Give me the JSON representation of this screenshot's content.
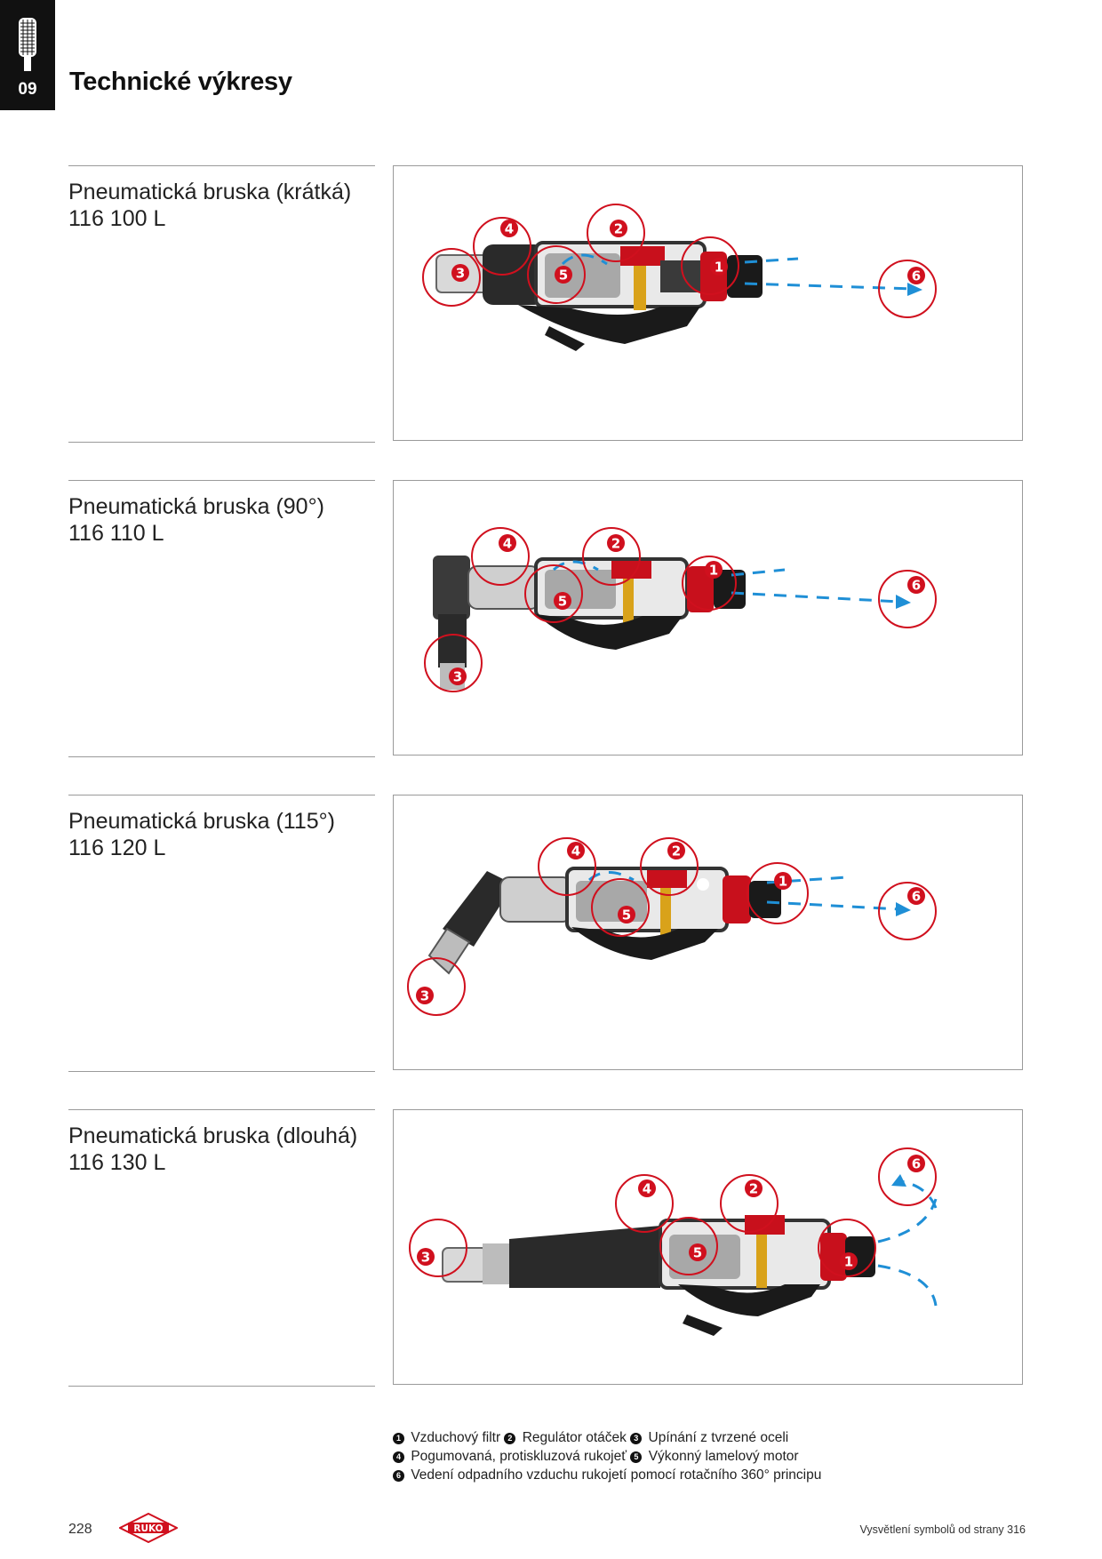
{
  "chapter": {
    "number": "09"
  },
  "page_title": "Technické výkresy",
  "products": [
    {
      "name": "Pneumatická bruska (krátká)",
      "code": "116 100 L"
    },
    {
      "name": "Pneumatická bruska (90°)",
      "code": "116 110 L"
    },
    {
      "name": "Pneumatická bruska (115°)",
      "code": "116 120 L"
    },
    {
      "name": "Pneumatická bruska (dlouhá)",
      "code": "116 130 L"
    }
  ],
  "markers": [
    "1",
    "2",
    "3",
    "4",
    "5",
    "6"
  ],
  "legend": [
    {
      "num": "1",
      "text": "Vzduchový filtr"
    },
    {
      "num": "2",
      "text": "Regulátor otáček"
    },
    {
      "num": "3",
      "text": "Upínání z tvrzené oceli"
    },
    {
      "num": "4",
      "text": "Pogumovaná, protiskluzová rukojeť"
    },
    {
      "num": "5",
      "text": "Výkonný lamelový motor"
    },
    {
      "num": "6",
      "text": "Vedení odpadního vzduchu rukojetí pomocí rotačního 360° principu"
    }
  ],
  "footer": {
    "page_number": "228",
    "brand": "RUKO",
    "note": "Vysvětlení symbolů od strany 316"
  },
  "colors": {
    "accent_red": "#d0101e",
    "airflow_blue": "#1f8fd6",
    "tab_black": "#111111"
  }
}
